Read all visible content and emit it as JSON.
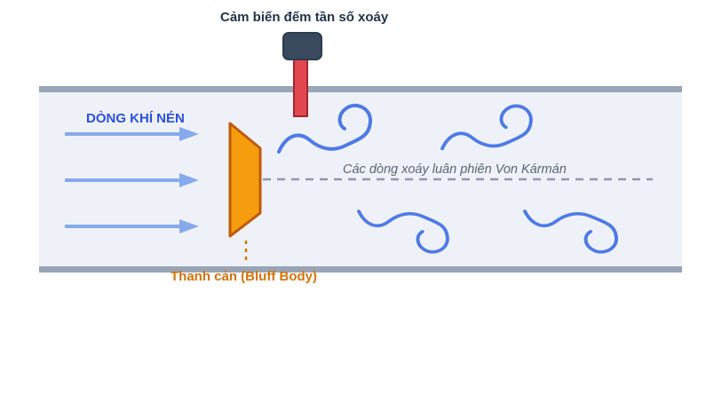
{
  "diagram": {
    "title": "Cảm biến đếm tần số xoáy",
    "flow_label": "DÒNG KHÍ NÉN",
    "vortex_street_label": "Các dòng xoáy luân phiên Von Kármán",
    "bluff_body_label": "Thanh cản (Bluff Body)"
  },
  "colors": {
    "title_text": "#243449",
    "flow_label_text": "#2B4FDE",
    "vortex_label_text": "#5A6573",
    "bluff_label_text": "#D1730A",
    "pipe_wall": "#99A4B6",
    "pipe_interior": "#EEF1F7",
    "arrow": "#87AAEE",
    "vortex": "#4E7AE6",
    "bluff_fill": "#F59D0E",
    "bluff_border": "#BF5A0B",
    "sensor_head": "#3A4A5E",
    "sensor_head_border": "#2E3C4E",
    "sensor_stem": "#E3474F",
    "sensor_stem_border": "#A2262D",
    "centerline": "#8E99AB",
    "leader": "#D1730A"
  }
}
